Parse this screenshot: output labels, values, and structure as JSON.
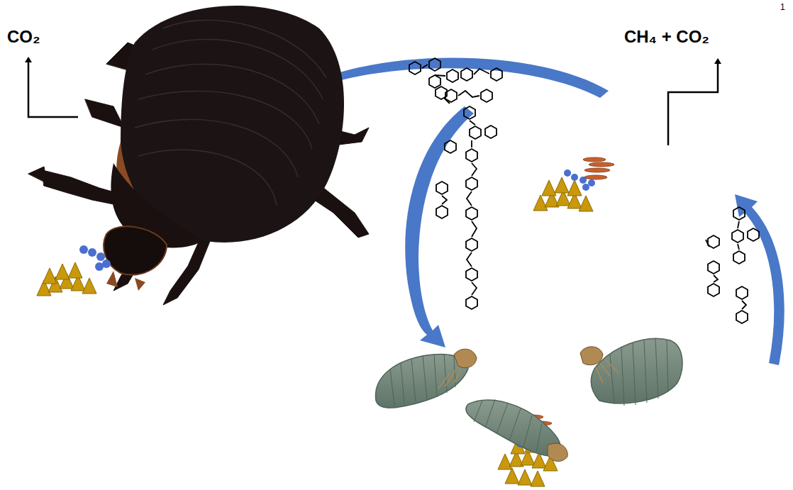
{
  "diagram": {
    "labels": [
      "CO₂",
      "CH₄ + CO₂",
      "1"
    ]
  }
}
